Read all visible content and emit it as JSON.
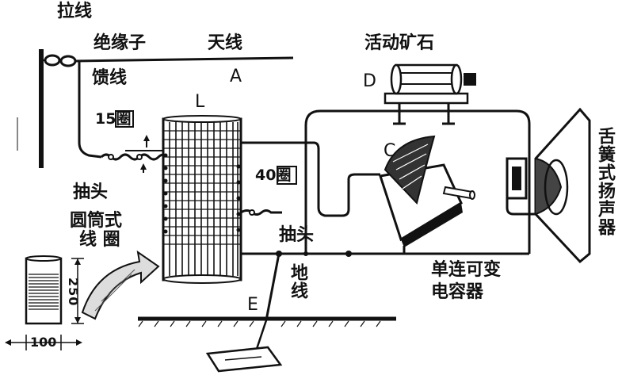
{
  "labels": {
    "pull_wire": "拉线",
    "insulator": "绝缘子",
    "antenna": "天线",
    "antenna_letter": "A",
    "feed_line": "馈线",
    "turns_15": "15圈",
    "tap_left": "抽头",
    "coil_letter": "L",
    "turns_40": "40圈",
    "tap_right": "抽头",
    "coil_name_line1": "圆筒式",
    "coil_name_line2": "线 圈",
    "detector_name": "活动矿石",
    "detector_letter": "D",
    "capacitor_letter": "C",
    "capacitor_name_line1": "单连可变",
    "capacitor_name_line2": "电容器",
    "speaker_name": "舌簧式扬声器",
    "ground_name": "地线",
    "ground_letter": "E",
    "dim_height": "250",
    "dim_width": "100"
  }
}
